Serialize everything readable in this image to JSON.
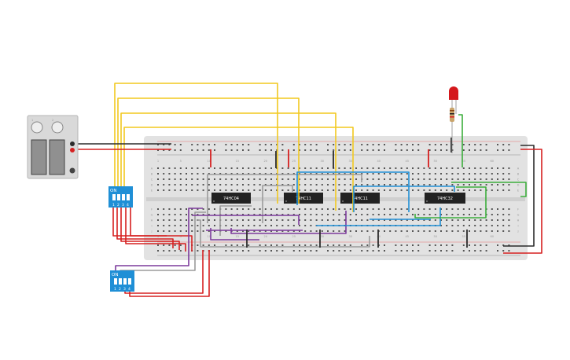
{
  "canvas": {
    "background": "#ffffff"
  },
  "power_supply": {
    "dial_labels": [
      "1",
      "2"
    ],
    "body_color": "#d9d9d9"
  },
  "breadboard": {
    "color": "#e2e2e2",
    "column_numbers": [
      "1",
      "5",
      "10",
      "15",
      "20",
      "25",
      "30",
      "35",
      "40",
      "45",
      "50",
      "55",
      "60"
    ],
    "row_letters_top": [
      "J",
      "I",
      "H",
      "G",
      "F"
    ],
    "row_letters_bottom": [
      "E",
      "D",
      "C",
      "B",
      "A"
    ]
  },
  "chips": [
    {
      "label": "74HC04"
    },
    {
      "label": "74HC11"
    },
    {
      "label": "74HC11"
    },
    {
      "label": "74HC32"
    }
  ],
  "dip_switches": [
    {
      "label": "ON",
      "numbers": [
        "1",
        "2",
        "3",
        "4"
      ]
    },
    {
      "label": "ON",
      "numbers": [
        "1",
        "2",
        "3",
        "4"
      ]
    }
  ],
  "led": {
    "color": "#d4181c"
  },
  "wire_colors": {
    "yellow": "#f2c81f",
    "red": "#d62020",
    "black": "#2b2b2b",
    "blue": "#1f8fd6",
    "green": "#3cae3c",
    "purple": "#7c3a9c",
    "gray": "#9b9b9b"
  }
}
